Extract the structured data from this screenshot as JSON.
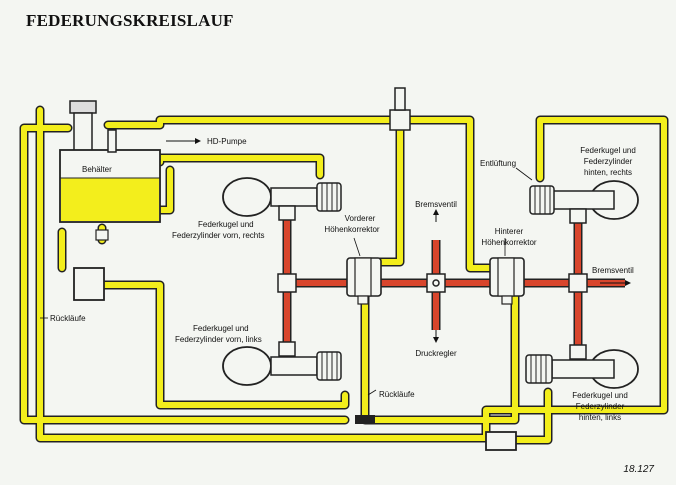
{
  "title": "FEDERUNGSKREISLAUF",
  "figure_number": "18.127",
  "labels": {
    "tank": "Behälter",
    "pump": "HD-Pumpe",
    "returns_left": "Rückläufe",
    "returns_bottom": "Rückläufe",
    "front_right_l1": "Federkugel und",
    "front_right_l2": "Federzylinder vorn, rechts",
    "front_left_l1": "Federkugel und",
    "front_left_l2": "Federzylinder vorn, links",
    "front_corrector_l1": "Vorderer",
    "front_corrector_l2": "Höhenkorrektor",
    "rear_corrector_l1": "Hinterer",
    "rear_corrector_l2": "Höhenkorrektor",
    "brake_valve_top": "Bremsventil",
    "brake_valve_right": "Bremsventil",
    "pressure_regulator": "Druckregler",
    "vent": "Entlüftung",
    "rear_right_l1": "Federkugel und",
    "rear_right_l2": "Federzylinder",
    "rear_right_l3": "hinten, rechts",
    "rear_left_l1": "Federkugel und",
    "rear_left_l2": "Federzylinder",
    "rear_left_l3": "hinten, links"
  },
  "colors": {
    "return_line": "#f3ee1c",
    "pressure_line": "#d8452c",
    "tank_fill": "#f3ee1c",
    "outline": "#222222"
  },
  "icons": [
    "arrow-right-icon",
    "arrow-up-icon",
    "arrow-down-icon"
  ]
}
